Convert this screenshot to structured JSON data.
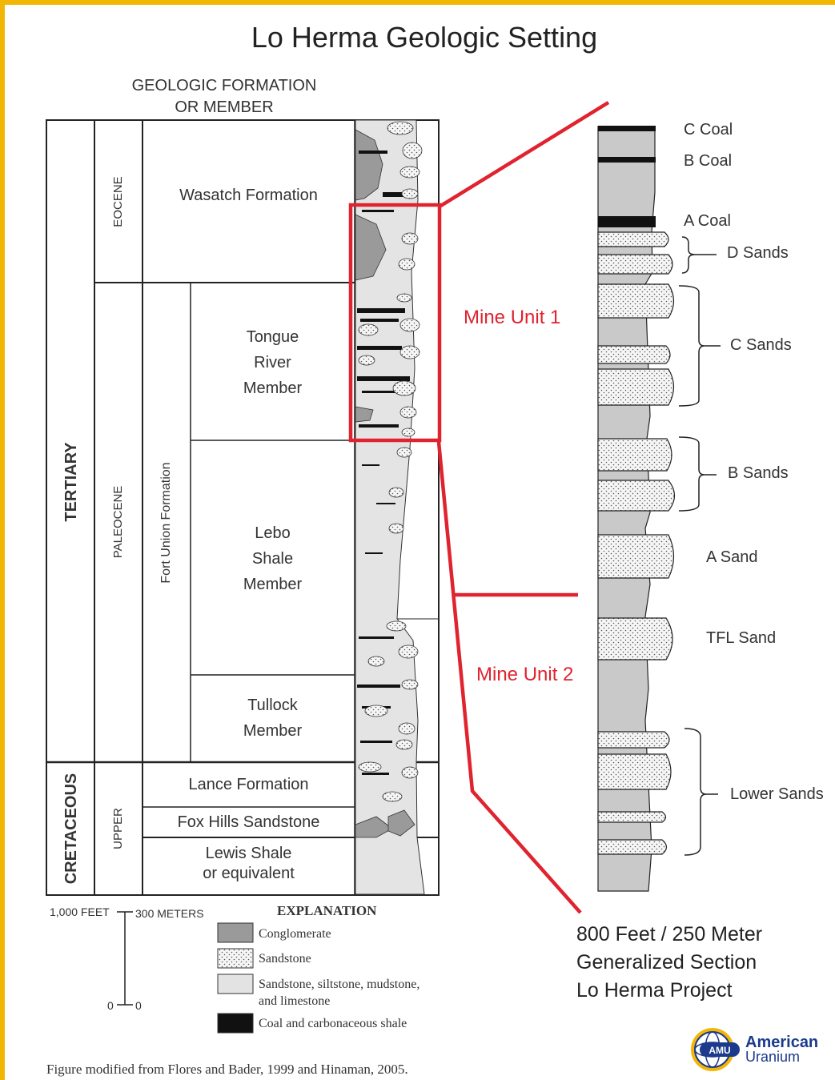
{
  "title": "Lo Herma Geologic Setting",
  "column_header": {
    "line1": "GEOLOGIC FORMATION",
    "line2": "OR MEMBER"
  },
  "periods": {
    "tertiary": "TERTIARY",
    "cretaceous": "CRETACEOUS"
  },
  "epochs": {
    "eocene": "EOCENE",
    "paleocene": "PALEOCENE",
    "upper": "UPPER"
  },
  "fort_union": "Fort  Union  Formation",
  "formations": {
    "wasatch": "Wasatch   Formation",
    "tongue_river": [
      "Tongue",
      "River",
      "Member"
    ],
    "lebo": [
      "Lebo",
      "Shale",
      "Member"
    ],
    "tullock": [
      "Tullock",
      "Member"
    ],
    "lance": "Lance Formation",
    "fox_hills": "Fox Hills Sandstone",
    "lewis": [
      "Lewis Shale",
      "or equivalent"
    ]
  },
  "mine_units": {
    "unit1": "Mine Unit 1",
    "unit2": "Mine Unit 2"
  },
  "section_labels": {
    "c_coal": "C Coal",
    "b_coal": "B Coal",
    "a_coal": "A Coal",
    "d_sands": "D Sands",
    "c_sands": "C Sands",
    "b_sands": "B Sands",
    "a_sand": "A Sand",
    "tfl_sand": "TFL Sand",
    "lower_sands": "Lower Sands"
  },
  "generalized_section": [
    "800 Feet / 250 Meter",
    "Generalized Section",
    "Lo Herma Project"
  ],
  "scale": {
    "feet": "1,000 FEET",
    "meters": "300 METERS",
    "zero_a": "0",
    "zero_b": "0"
  },
  "explanation": {
    "title": "EXPLANATION",
    "items": [
      {
        "label": "Conglomerate",
        "color": "#9a9a9a"
      },
      {
        "label": "Sandstone",
        "color": "#f4f4f4"
      },
      {
        "label": "Sandstone, siltstone, mudstone,",
        "label2": "and limestone",
        "color": "#e3e3e3"
      },
      {
        "label": "Coal and carbonaceous shale",
        "color": "#111111"
      }
    ]
  },
  "caption": "Figure modified from Flores and Bader, 1999 and Hinaman, 2005.",
  "logo": {
    "badge": "AMU",
    "line1": "American",
    "line2": "Uranium"
  },
  "colors": {
    "frame": "#f2b705",
    "mine_unit": "#e0232f",
    "logo": "#1b3a8c"
  }
}
